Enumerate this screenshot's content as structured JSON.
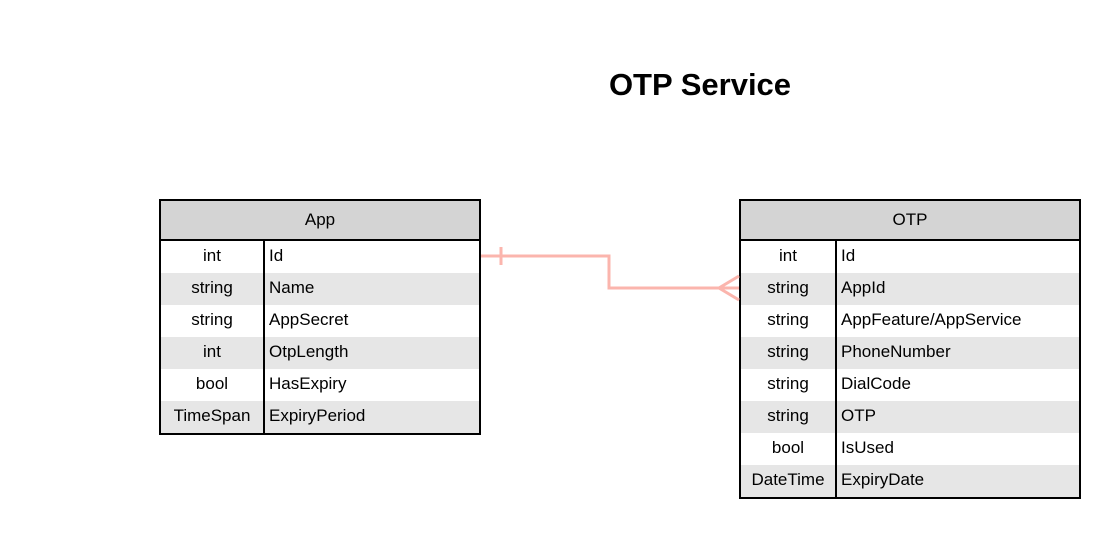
{
  "diagram": {
    "title": "OTP Service",
    "line_color": "#fbb5ad",
    "entities": [
      {
        "name": "App",
        "fields": [
          {
            "type": "int",
            "name": "Id"
          },
          {
            "type": "string",
            "name": "Name"
          },
          {
            "type": "string",
            "name": "AppSecret"
          },
          {
            "type": "int",
            "name": "OtpLength"
          },
          {
            "type": "bool",
            "name": "HasExpiry"
          },
          {
            "type": "TimeSpan",
            "name": "ExpiryPeriod"
          }
        ]
      },
      {
        "name": "OTP",
        "fields": [
          {
            "type": "int",
            "name": "Id"
          },
          {
            "type": "string",
            "name": "AppId"
          },
          {
            "type": "string",
            "name": "AppFeature/AppService"
          },
          {
            "type": "string",
            "name": "PhoneNumber"
          },
          {
            "type": "string",
            "name": "DialCode"
          },
          {
            "type": "string",
            "name": "OTP"
          },
          {
            "type": "bool",
            "name": "IsUsed"
          },
          {
            "type": "DateTime",
            "name": "ExpiryDate"
          }
        ]
      }
    ],
    "relationship": {
      "from": "App.Id",
      "to": "OTP.AppId",
      "from_end": "one",
      "to_end": "many"
    }
  }
}
